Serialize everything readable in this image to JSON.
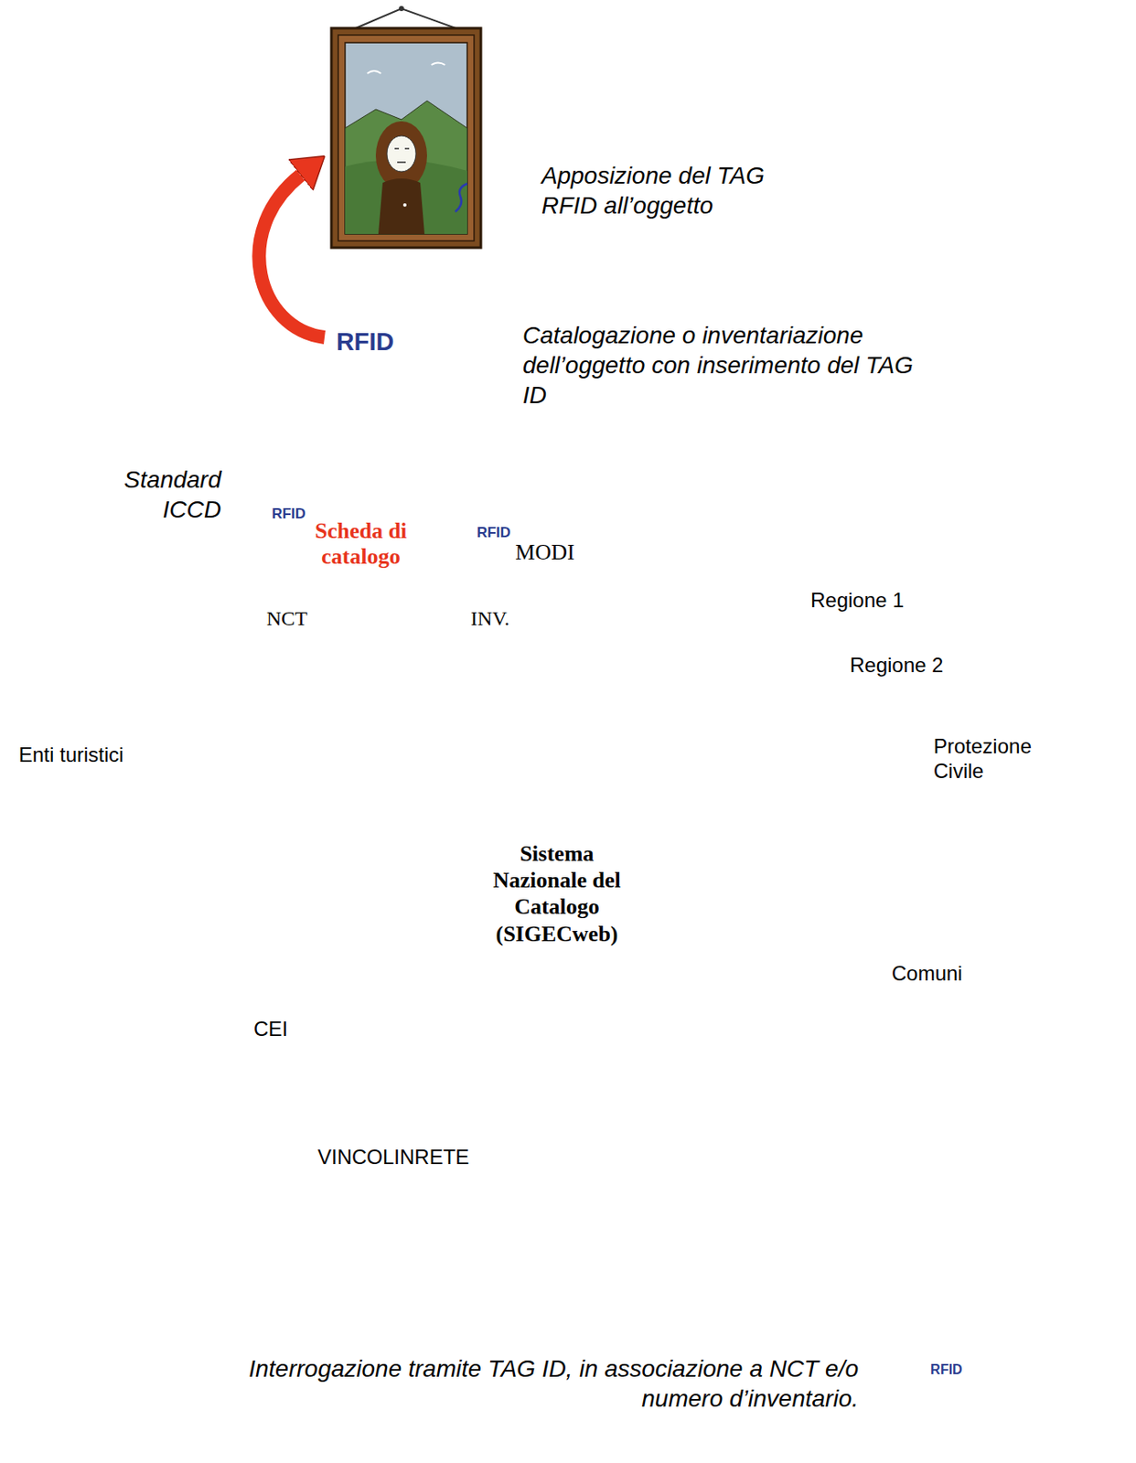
{
  "diagram": {
    "nodes": [
      {
        "text": [
          "RFID"
        ]
      },
      {
        "text": [
          "Standard ICCD"
        ]
      },
      {
        "text": [
          "RFID",
          "Scheda di catalogo"
        ],
        "in": 1
      },
      {
        "text": [
          "NCT"
        ],
        "in": 1
      },
      {
        "text": [
          "RFID",
          "MODI"
        ],
        "in": 1
      },
      {
        "text": [
          "INV."
        ],
        "in": 1
      },
      {
        "text": [
          "Enti turistici"
        ]
      },
      {
        "text": [
          "Sistema Nazionale del Catalogo (SIGECweb)"
        ]
      },
      {
        "text": [
          "Regione 1"
        ]
      },
      {
        "text": [
          "Regione 2"
        ]
      },
      {
        "text": [
          "Protezione Civile"
        ]
      },
      {
        "text": [
          "Comuni"
        ]
      },
      {
        "text": [
          "CEI"
        ]
      },
      {
        "text": [
          "VINCOLINRETE"
        ]
      },
      {
        "text": [
          "RFID"
        ]
      }
    ],
    "edges": [
      {
        "from": 0,
        "to": 1,
        "arrow": "to"
      },
      {
        "from": 1,
        "to": 7,
        "arrow": "to"
      },
      {
        "from": 1,
        "to": 6,
        "arrow": "to"
      },
      {
        "from": 1,
        "to": 8,
        "arrow": "to"
      },
      {
        "from": 1,
        "to": 10,
        "arrow": "to"
      },
      {
        "from": 6,
        "to": 13,
        "arrow": "to"
      },
      {
        "from": 7,
        "to": 6,
        "arrow": "both"
      },
      {
        "from": 7,
        "to": 9,
        "arrow": "both"
      },
      {
        "from": 7,
        "to": 10,
        "arrow": "both"
      },
      {
        "from": 7,
        "to": 12,
        "arrow": "both"
      },
      {
        "from": 14,
        "to": 7,
        "arrow": "to"
      },
      {
        "from": 14,
        "to": 11,
        "arrow": "to"
      },
      {
        "from": 14,
        "to": 13,
        "arrow": "to"
      }
    ],
    "labels": [
      "Apposizione del TAG RFID all’oggetto",
      "Catalogazione o inventariazione dell’oggetto con inserimento del TAG ID",
      "Interrogazione tramite TAG ID, in associazione a NCT e/o numero d’inventario."
    ]
  }
}
